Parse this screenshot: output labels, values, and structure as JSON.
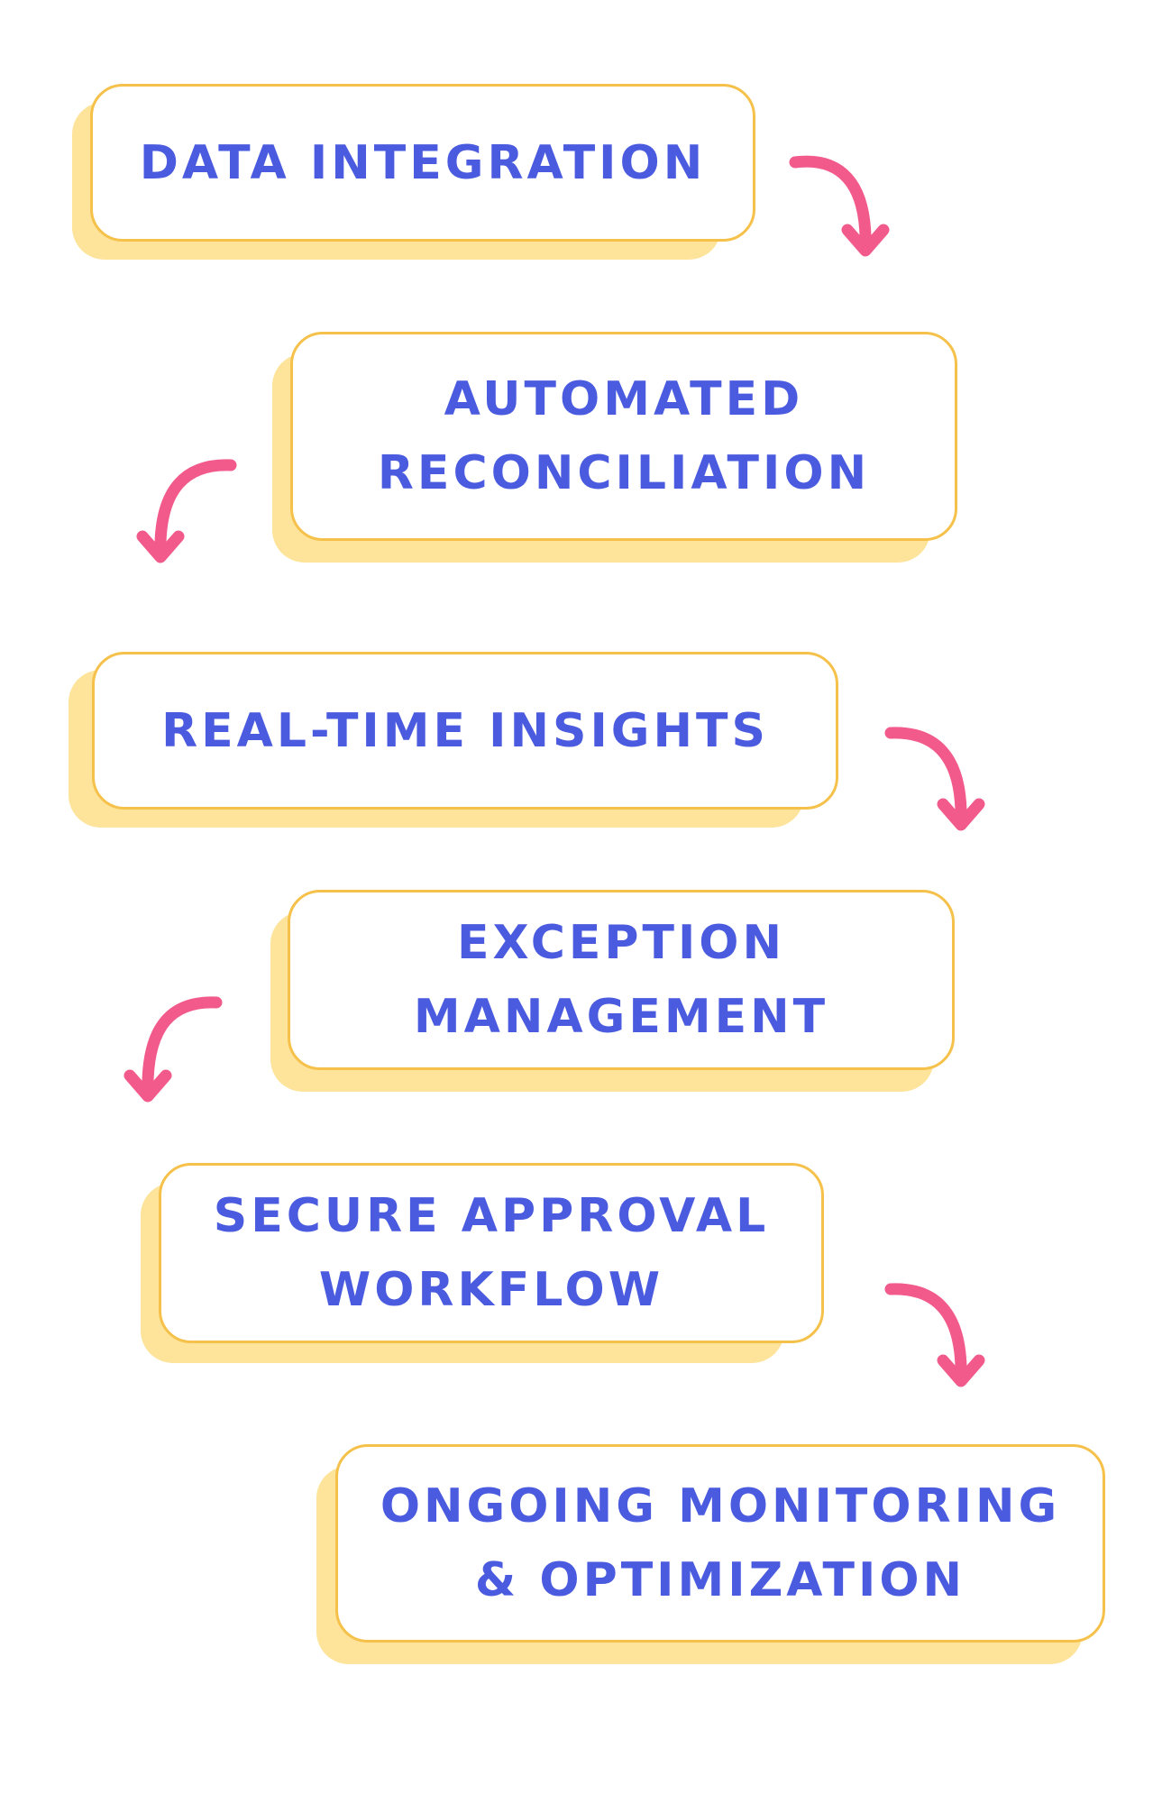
{
  "steps": [
    {
      "label": "DATA INTEGRATION"
    },
    {
      "label": "AUTOMATED\nRECONCILIATION"
    },
    {
      "label": "REAL-TIME INSIGHTS"
    },
    {
      "label": "EXCEPTION\nMANAGEMENT"
    },
    {
      "label": "SECURE APPROVAL\nWORKFLOW"
    },
    {
      "label": "ONGOING MONITORING\n& OPTIMIZATION"
    }
  ],
  "colors": {
    "text": "#4a5bdf",
    "border": "#f6c14a",
    "shadow": "#fde49a",
    "arrow": "#f25a8c"
  }
}
